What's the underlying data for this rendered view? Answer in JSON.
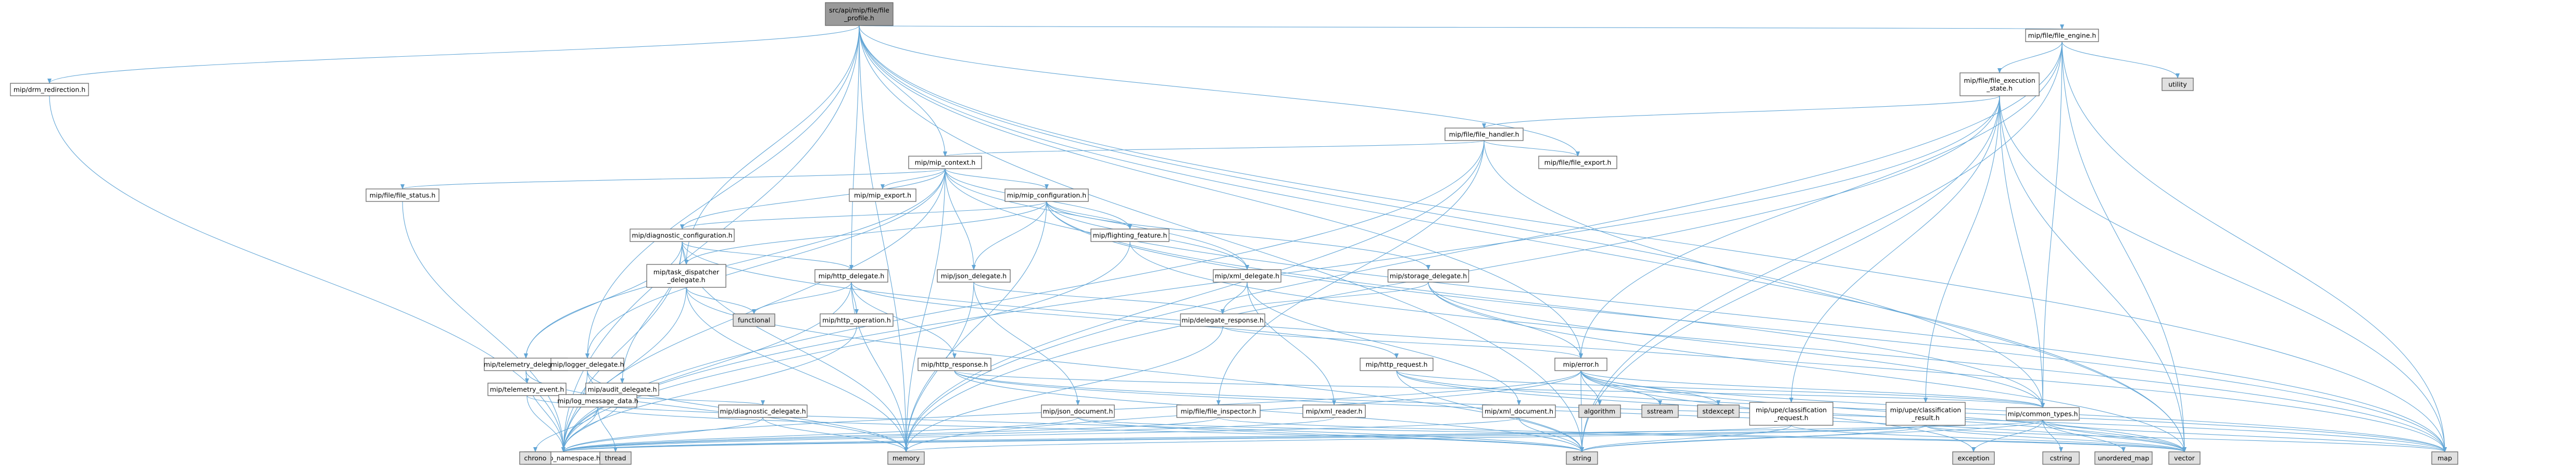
{
  "colors": {
    "edge": "#63a6d6",
    "border": "#666666",
    "file_fill": "#ffffff",
    "root_fill": "#9a9a9a",
    "system_fill": "#e0e0e0",
    "truncated_border": "#ff0000"
  },
  "nodes": [
    {
      "id": "root",
      "label": [
        "src/api/mip/file/file",
        "_profile.h"
      ],
      "kind": "root"
    },
    {
      "id": "drm",
      "label": [
        "mip/drm_redirection.h"
      ],
      "kind": "file"
    },
    {
      "id": "mipns",
      "label": [
        "mip/mip_namespace.h"
      ],
      "kind": "file"
    },
    {
      "id": "fe",
      "label": [
        "mip/file/file_engine.h"
      ],
      "kind": "file"
    },
    {
      "id": "utility",
      "label": [
        "utility"
      ],
      "kind": "system"
    },
    {
      "id": "fes",
      "label": [
        "mip/file/file_execution",
        "_state.h"
      ],
      "kind": "file"
    },
    {
      "id": "fh",
      "label": [
        "mip/file/file_handler.h"
      ],
      "kind": "truncated"
    },
    {
      "id": "fexport",
      "label": [
        "mip/file/file_export.h"
      ],
      "kind": "file"
    },
    {
      "id": "mipctx",
      "label": [
        "mip/mip_context.h"
      ],
      "kind": "file"
    },
    {
      "id": "fstatus",
      "label": [
        "mip/file/file_status.h"
      ],
      "kind": "file"
    },
    {
      "id": "mipexp",
      "label": [
        "mip/mip_export.h"
      ],
      "kind": "file"
    },
    {
      "id": "mipcfg",
      "label": [
        "mip/mip_configuration.h"
      ],
      "kind": "file"
    },
    {
      "id": "diagcfg",
      "label": [
        "mip/diagnostic_configuration.h"
      ],
      "kind": "file"
    },
    {
      "id": "flight",
      "label": [
        "mip/flighting_feature.h"
      ],
      "kind": "file"
    },
    {
      "id": "taskd",
      "label": [
        "mip/task_dispatcher",
        "_delegate.h"
      ],
      "kind": "file"
    },
    {
      "id": "httpd",
      "label": [
        "mip/http_delegate.h"
      ],
      "kind": "file"
    },
    {
      "id": "jsond",
      "label": [
        "mip/json_delegate.h"
      ],
      "kind": "file"
    },
    {
      "id": "xmld",
      "label": [
        "mip/xml_delegate.h"
      ],
      "kind": "file"
    },
    {
      "id": "stord",
      "label": [
        "mip/storage_delegate.h"
      ],
      "kind": "truncated"
    },
    {
      "id": "teled",
      "label": [
        "mip/telemetry_delegate.h"
      ],
      "kind": "file"
    },
    {
      "id": "logd",
      "label": [
        "mip/logger_delegate.h"
      ],
      "kind": "file"
    },
    {
      "id": "auditd",
      "label": [
        "mip/audit_delegate.h"
      ],
      "kind": "truncated"
    },
    {
      "id": "httpop",
      "label": [
        "mip/http_operation.h"
      ],
      "kind": "file"
    },
    {
      "id": "delresp",
      "label": [
        "mip/delegate_response.h"
      ],
      "kind": "file"
    },
    {
      "id": "httpreq",
      "label": [
        "mip/http_request.h"
      ],
      "kind": "file"
    },
    {
      "id": "httpresp",
      "label": [
        "mip/http_response.h"
      ],
      "kind": "file"
    },
    {
      "id": "error",
      "label": [
        "mip/error.h"
      ],
      "kind": "file"
    },
    {
      "id": "teleev",
      "label": [
        "mip/telemetry_event.h"
      ],
      "kind": "truncated"
    },
    {
      "id": "logmsg",
      "label": [
        "mip/log_message_data.h"
      ],
      "kind": "file"
    },
    {
      "id": "diagd",
      "label": [
        "mip/diagnostic_delegate.h"
      ],
      "kind": "truncated"
    },
    {
      "id": "ffinsp",
      "label": [
        "mip/file/file_inspector.h"
      ],
      "kind": "truncated"
    },
    {
      "id": "xmlr",
      "label": [
        "mip/xml_reader.h"
      ],
      "kind": "truncated"
    },
    {
      "id": "jsondoc",
      "label": [
        "mip/json_document.h"
      ],
      "kind": "truncated"
    },
    {
      "id": "xmldoc",
      "label": [
        "mip/xml_document.h"
      ],
      "kind": "truncated"
    },
    {
      "id": "ucreq",
      "label": [
        "mip/upe/classification",
        "_request.h"
      ],
      "kind": "file"
    },
    {
      "id": "ucres",
      "label": [
        "mip/upe/classification",
        "_result.h"
      ],
      "kind": "truncated"
    },
    {
      "id": "common",
      "label": [
        "mip/common_types.h"
      ],
      "kind": "file"
    },
    {
      "id": "functional",
      "label": [
        "functional"
      ],
      "kind": "system"
    },
    {
      "id": "chrono",
      "label": [
        "chrono"
      ],
      "kind": "system"
    },
    {
      "id": "thread",
      "label": [
        "thread"
      ],
      "kind": "system"
    },
    {
      "id": "memory",
      "label": [
        "memory"
      ],
      "kind": "system"
    },
    {
      "id": "string",
      "label": [
        "string"
      ],
      "kind": "system"
    },
    {
      "id": "vector",
      "label": [
        "vector"
      ],
      "kind": "system"
    },
    {
      "id": "map",
      "label": [
        "map"
      ],
      "kind": "system"
    },
    {
      "id": "exception",
      "label": [
        "exception"
      ],
      "kind": "system"
    },
    {
      "id": "cstring",
      "label": [
        "cstring"
      ],
      "kind": "system"
    },
    {
      "id": "umap",
      "label": [
        "unordered_map"
      ],
      "kind": "system"
    },
    {
      "id": "algorithm",
      "label": [
        "algorithm"
      ],
      "kind": "system"
    },
    {
      "id": "sstream",
      "label": [
        "sstream"
      ],
      "kind": "system"
    },
    {
      "id": "stdexcept",
      "label": [
        "stdexcept"
      ],
      "kind": "system"
    }
  ],
  "edges": [
    [
      "root",
      "drm"
    ],
    [
      "root",
      "mipns"
    ],
    [
      "root",
      "fe"
    ],
    [
      "root",
      "fexport"
    ],
    [
      "root",
      "mipctx"
    ],
    [
      "root",
      "taskd"
    ],
    [
      "root",
      "httpd"
    ],
    [
      "root",
      "logd"
    ],
    [
      "root",
      "error"
    ],
    [
      "root",
      "common"
    ],
    [
      "root",
      "memory"
    ],
    [
      "root",
      "string"
    ],
    [
      "root",
      "vector"
    ],
    [
      "root",
      "map"
    ],
    [
      "drm",
      "mipns"
    ],
    [
      "fe",
      "utility"
    ],
    [
      "fe",
      "fes"
    ],
    [
      "fe",
      "memory"
    ],
    [
      "fe",
      "error"
    ],
    [
      "fe",
      "common"
    ],
    [
      "fe",
      "string"
    ],
    [
      "fe",
      "vector"
    ],
    [
      "fe",
      "map"
    ],
    [
      "fes",
      "fh"
    ],
    [
      "fes",
      "mipns"
    ],
    [
      "fes",
      "ucreq"
    ],
    [
      "fes",
      "ucres"
    ],
    [
      "fes",
      "common"
    ],
    [
      "fes",
      "vector"
    ],
    [
      "fes",
      "map"
    ],
    [
      "fes",
      "memory"
    ],
    [
      "fes",
      "string"
    ],
    [
      "fh",
      "fexport"
    ],
    [
      "fh",
      "mipctx"
    ],
    [
      "fh",
      "ffinsp"
    ],
    [
      "fh",
      "mipns"
    ],
    [
      "fh",
      "memory"
    ],
    [
      "fh",
      "vector"
    ],
    [
      "mipctx",
      "fstatus"
    ],
    [
      "mipctx",
      "mipexp"
    ],
    [
      "mipctx",
      "mipcfg"
    ],
    [
      "mipctx",
      "diagcfg"
    ],
    [
      "mipctx",
      "flight"
    ],
    [
      "mipctx",
      "jsond"
    ],
    [
      "mipctx",
      "xmld"
    ],
    [
      "mipctx",
      "logd"
    ],
    [
      "mipctx",
      "teled"
    ],
    [
      "mipctx",
      "mipns"
    ],
    [
      "mipctx",
      "memory"
    ],
    [
      "mipctx",
      "map"
    ],
    [
      "fstatus",
      "mipns"
    ],
    [
      "mipcfg",
      "diagcfg"
    ],
    [
      "mipcfg",
      "flight"
    ],
    [
      "mipcfg",
      "jsond"
    ],
    [
      "mipcfg",
      "stord"
    ],
    [
      "mipcfg",
      "xmld"
    ],
    [
      "mipcfg",
      "taskd"
    ],
    [
      "mipcfg",
      "common"
    ],
    [
      "mipcfg",
      "memory"
    ],
    [
      "mipcfg",
      "map"
    ],
    [
      "diagcfg",
      "taskd"
    ],
    [
      "diagcfg",
      "auditd"
    ],
    [
      "diagcfg",
      "httpd"
    ],
    [
      "diagcfg",
      "teled"
    ],
    [
      "diagcfg",
      "mipns"
    ],
    [
      "diagcfg",
      "memory"
    ],
    [
      "diagcfg",
      "map"
    ],
    [
      "flight",
      "mipns"
    ],
    [
      "flight",
      "map"
    ],
    [
      "taskd",
      "functional"
    ],
    [
      "taskd",
      "mipns"
    ],
    [
      "taskd",
      "memory"
    ],
    [
      "taskd",
      "string"
    ],
    [
      "httpd",
      "functional"
    ],
    [
      "httpd",
      "httpop"
    ],
    [
      "httpd",
      "httpreq"
    ],
    [
      "httpd",
      "httpresp"
    ],
    [
      "httpd",
      "mipns"
    ],
    [
      "httpd",
      "memory"
    ],
    [
      "jsond",
      "delresp"
    ],
    [
      "jsond",
      "jsondoc"
    ],
    [
      "jsond",
      "memory"
    ],
    [
      "xmld",
      "delresp"
    ],
    [
      "xmld",
      "xmlr"
    ],
    [
      "xmld",
      "xmldoc"
    ],
    [
      "stord",
      "delresp"
    ],
    [
      "stord",
      "error"
    ],
    [
      "stord",
      "common"
    ],
    [
      "stord",
      "vector"
    ],
    [
      "teled",
      "teleev"
    ],
    [
      "teled",
      "mipns"
    ],
    [
      "teled",
      "memory"
    ],
    [
      "logd",
      "logmsg"
    ],
    [
      "logd",
      "mipns"
    ],
    [
      "logd",
      "memory"
    ],
    [
      "auditd",
      "diagd"
    ],
    [
      "auditd",
      "mipns"
    ],
    [
      "httpop",
      "mipns"
    ],
    [
      "delresp",
      "error"
    ],
    [
      "delresp",
      "memory"
    ],
    [
      "httpreq",
      "common"
    ],
    [
      "httpreq",
      "map"
    ],
    [
      "httpreq",
      "string"
    ],
    [
      "httpreq",
      "vector"
    ],
    [
      "httpresp",
      "common"
    ],
    [
      "httpresp",
      "map"
    ],
    [
      "httpresp",
      "string"
    ],
    [
      "httpresp",
      "vector"
    ],
    [
      "error",
      "algorithm"
    ],
    [
      "error",
      "sstream"
    ],
    [
      "error",
      "stdexcept"
    ],
    [
      "error",
      "exception"
    ],
    [
      "error",
      "map"
    ],
    [
      "error",
      "memory"
    ],
    [
      "error",
      "mipns"
    ],
    [
      "error",
      "string"
    ],
    [
      "error",
      "vector"
    ],
    [
      "error",
      "common"
    ],
    [
      "teleev",
      "mipns"
    ],
    [
      "teleev",
      "string"
    ],
    [
      "logmsg",
      "chrono"
    ],
    [
      "logmsg",
      "thread"
    ],
    [
      "logmsg",
      "mipns"
    ],
    [
      "logmsg",
      "string"
    ],
    [
      "diagd",
      "mipns"
    ],
    [
      "diagd",
      "memory"
    ],
    [
      "ffinsp",
      "mipns"
    ],
    [
      "ffinsp",
      "vector"
    ],
    [
      "xmlr",
      "mipns"
    ],
    [
      "jsondoc",
      "mipns"
    ],
    [
      "jsondoc",
      "string"
    ],
    [
      "jsondoc",
      "vector"
    ],
    [
      "xmldoc",
      "mipns"
    ],
    [
      "xmldoc",
      "string"
    ],
    [
      "ucreq",
      "mipns"
    ],
    [
      "ucreq",
      "string"
    ],
    [
      "ucreq",
      "vector"
    ],
    [
      "ucres",
      "mipns"
    ],
    [
      "ucres",
      "map"
    ],
    [
      "ucres",
      "memory"
    ],
    [
      "ucres",
      "string"
    ],
    [
      "ucres",
      "vector"
    ],
    [
      "common",
      "cstring"
    ],
    [
      "common",
      "exception"
    ],
    [
      "common",
      "map"
    ],
    [
      "common",
      "mipns"
    ],
    [
      "common",
      "string"
    ],
    [
      "common",
      "umap"
    ],
    [
      "common",
      "vector"
    ]
  ]
}
